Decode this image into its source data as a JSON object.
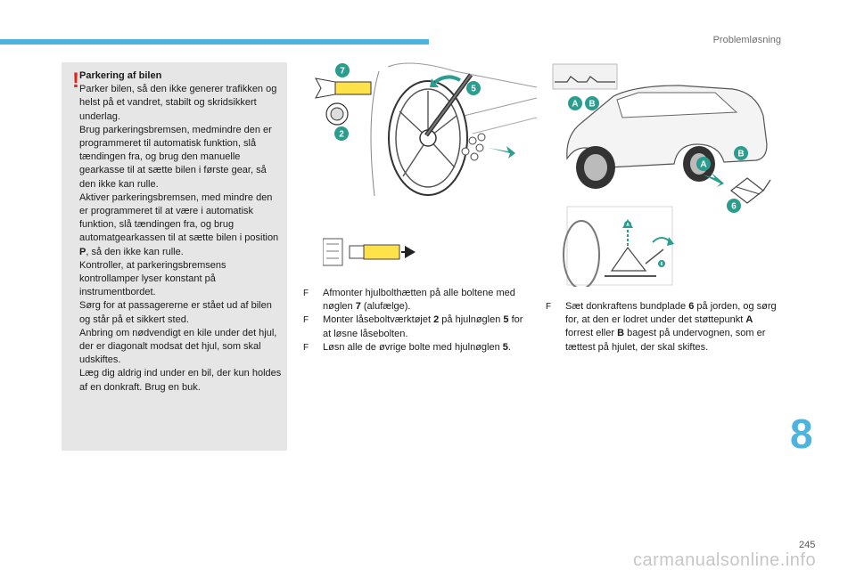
{
  "header": {
    "section_title": "Problemløsning"
  },
  "warning": {
    "title": "Parkering af bilen",
    "paragraphs": [
      "Parker bilen, så den ikke generer trafikken og helst på et vandret, stabilt og skridsikkert underlag.",
      "Brug parkeringsbremsen, medmindre den er programmeret til automatisk funktion, slå tændingen fra, og brug den manuelle gearkasse til at sætte bilen i første gear, så den ikke kan rulle.",
      "Aktiver parkeringsbremsen, med mindre den er programmeret til at være i automatisk funktion, slå tændingen fra, og brug automatgearkassen til at sætte bilen i position ",
      "P",
      ", så den ikke kan rulle.",
      "Kontroller, at parkeringsbremsens kontrollamper lyser konstant på instrumentbordet.",
      "Sørg for at passagererne er stået ud af bilen og står på et sikkert sted.",
      "Anbring om nødvendigt en kile under det hjul, der er diagonalt modsat det hjul, som skal udskiftes.",
      "Læg dig aldrig ind under en bil, der kun holdes af en donkraft. Brug en buk."
    ]
  },
  "figure_wheel": {
    "callouts": [
      "7",
      "5",
      "2"
    ]
  },
  "figure_car": {
    "callouts": [
      "A",
      "B",
      "A",
      "B",
      "6",
      "A",
      "6"
    ]
  },
  "instructions_left": [
    {
      "pre": "Afmonter hjulbolthætten på alle boltene med nøglen ",
      "bold": "7",
      "post": " (alufælge)."
    },
    {
      "pre": "Monter låseboltværktøjet ",
      "bold": "2",
      "mid": " på hjulnøglen ",
      "bold2": "5",
      "post": " for at løsne låsebolten."
    },
    {
      "pre": "Løsn alle de øvrige bolte med hjulnøglen ",
      "bold": "5",
      "post": "."
    }
  ],
  "instructions_right": [
    {
      "pre": "Sæt donkraftens bundplade ",
      "bold": "6",
      "mid": " på jorden, og sørg for, at den er lodret under det støttepunkt ",
      "bold2": "A",
      "mid2": " forrest eller ",
      "bold3": "B",
      "post": " bagest på undervognen, som er tættest på hjulet, der skal skiftes."
    }
  ],
  "bullet_glyph": "F",
  "chapter_number": "8",
  "page_number": "245",
  "watermark": "carmanualsonline.info",
  "colors": {
    "accent": "#4db3e0",
    "warning_red": "#e2231a",
    "callout_teal": "#2a9d8f",
    "tool_yellow": "#ffe14a"
  }
}
